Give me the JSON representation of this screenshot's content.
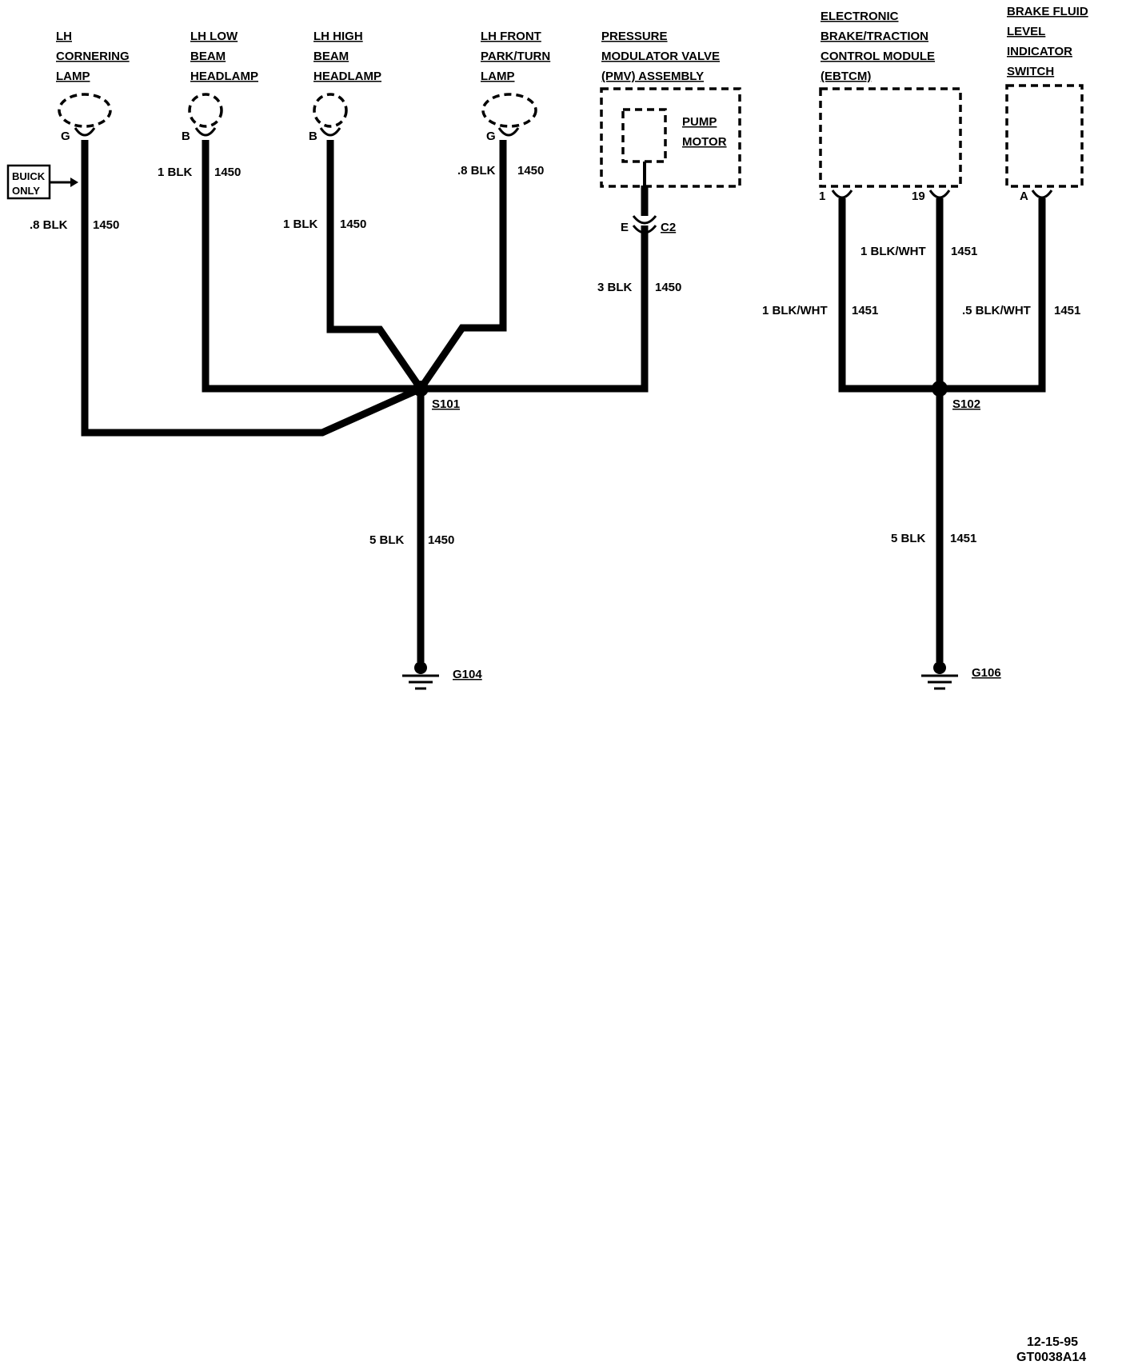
{
  "components": {
    "lh_cornering_lamp": [
      "LH",
      "CORNERING",
      "LAMP"
    ],
    "lh_low_beam_headlamp": [
      "LH LOW",
      "BEAM",
      "HEADLAMP"
    ],
    "lh_high_beam_headlamp": [
      "LH HIGH",
      "BEAM",
      "HEADLAMP"
    ],
    "lh_front_park_turn_lamp": [
      "LH FRONT",
      "PARK/TURN",
      "LAMP"
    ],
    "pmv_assembly": [
      "PRESSURE",
      "MODULATOR VALVE",
      "(PMV) ASSEMBLY"
    ],
    "pump_motor": [
      "PUMP",
      "MOTOR"
    ],
    "ebtcm": [
      "ELECTRONIC",
      "BRAKE/TRACTION",
      "CONTROL MODULE",
      "(EBTCM)"
    ],
    "brake_fluid_switch": [
      "BRAKE FLUID",
      "LEVEL",
      "INDICATOR",
      "SWITCH"
    ]
  },
  "note": [
    "BUICK",
    "ONLY"
  ],
  "pins": {
    "cornering": "G",
    "low_beam": "B",
    "high_beam": "B",
    "park_turn": "G",
    "ebtcm_1": "1",
    "ebtcm_19": "19",
    "switch_a": "A",
    "pmv_e": "E"
  },
  "connector": "C2",
  "wires": {
    "cornering_size": ".8 BLK",
    "cornering_circuit": "1450",
    "low_beam_size": "1 BLK",
    "low_beam_circuit": "1450",
    "high_beam_size": "1 BLK",
    "high_beam_circuit": "1450",
    "park_turn_size": ".8 BLK",
    "park_turn_circuit": "1450",
    "pmv_size": "3 BLK",
    "pmv_circuit": "1450",
    "s101_ground_size": "5 BLK",
    "s101_ground_circuit": "1450",
    "ebtcm1_size": "1 BLK/WHT",
    "ebtcm1_circuit": "1451",
    "ebtcm19_size": "1 BLK/WHT",
    "ebtcm19_circuit": "1451",
    "switch_size": ".5 BLK/WHT",
    "switch_circuit": "1451",
    "s102_ground_size": "5 BLK",
    "s102_ground_circuit": "1451"
  },
  "splices": {
    "s101": "S101",
    "s102": "S102"
  },
  "grounds": {
    "g104": "G104",
    "g106": "G106"
  },
  "footer": {
    "date": "12-15-95",
    "code": "GT0038A14"
  }
}
